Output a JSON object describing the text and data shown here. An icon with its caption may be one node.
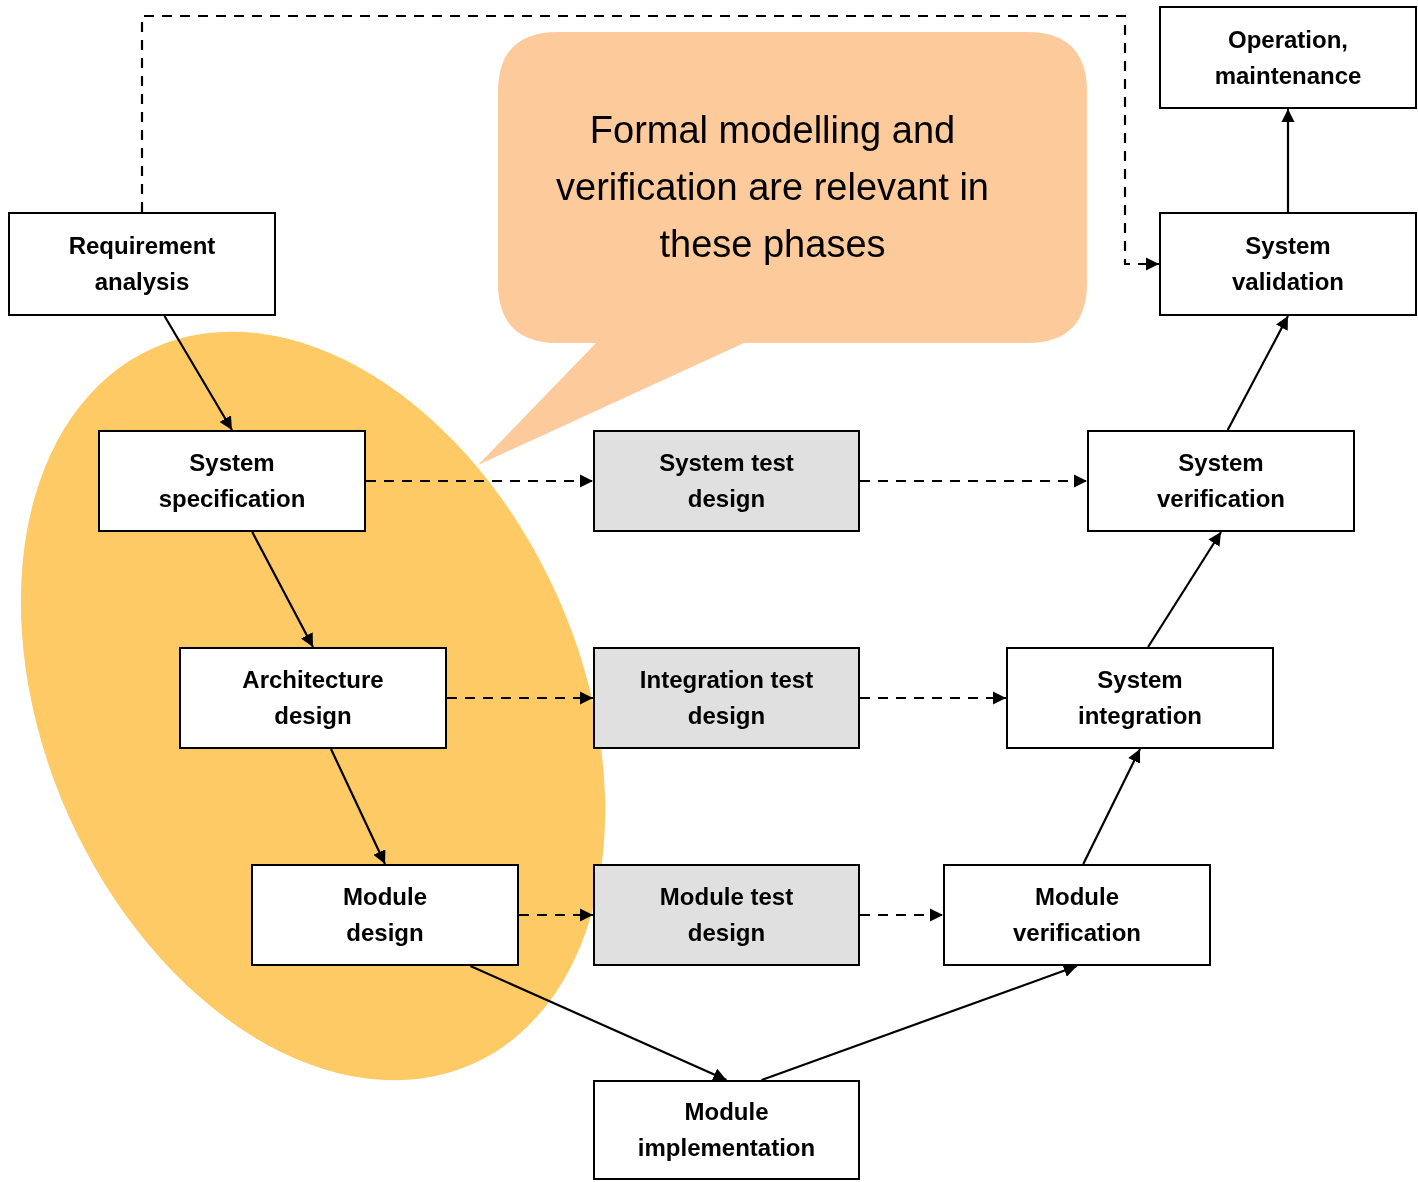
{
  "diagram": {
    "nodes": [
      {
        "text": [
          "Requirement analysis"
        ]
      },
      {
        "text": [
          "System specification"
        ]
      },
      {
        "text": [
          "Architecture design"
        ]
      },
      {
        "text": [
          "Module design"
        ]
      },
      {
        "text": [
          "Module implementation"
        ]
      },
      {
        "text": [
          "System test design"
        ]
      },
      {
        "text": [
          "Integration test design"
        ]
      },
      {
        "text": [
          "Module test design"
        ]
      },
      {
        "text": [
          "Module verification"
        ]
      },
      {
        "text": [
          "System integration"
        ]
      },
      {
        "text": [
          "System verification"
        ]
      },
      {
        "text": [
          "System validation"
        ]
      },
      {
        "text": [
          "Operation, maintenance"
        ]
      },
      {
        "text": [
          "Formal modelling and verification are relevant in these phases"
        ]
      }
    ],
    "edges": [
      {
        "from": 0,
        "to": 1,
        "arrow": "to"
      },
      {
        "from": 1,
        "to": 2,
        "arrow": "to"
      },
      {
        "from": 2,
        "to": 3,
        "arrow": "to"
      },
      {
        "from": 3,
        "to": 4,
        "arrow": "to"
      },
      {
        "from": 4,
        "to": 8,
        "arrow": "to"
      },
      {
        "from": 8,
        "to": 9,
        "arrow": "to"
      },
      {
        "from": 9,
        "to": 10,
        "arrow": "to"
      },
      {
        "from": 10,
        "to": 11,
        "arrow": "to"
      },
      {
        "from": 11,
        "to": 12,
        "arrow": "to"
      },
      {
        "from": 0,
        "to": 11,
        "arrow": "to",
        "style": "dashed"
      },
      {
        "from": 1,
        "to": 5,
        "arrow": "to",
        "style": "dashed"
      },
      {
        "from": 5,
        "to": 10,
        "arrow": "to",
        "style": "dashed"
      },
      {
        "from": 2,
        "to": 6,
        "arrow": "to",
        "style": "dashed"
      },
      {
        "from": 6,
        "to": 9,
        "arrow": "to",
        "style": "dashed"
      },
      {
        "from": 3,
        "to": 7,
        "arrow": "to",
        "style": "dashed"
      },
      {
        "from": 7,
        "to": 8,
        "arrow": "to",
        "style": "dashed"
      }
    ]
  }
}
